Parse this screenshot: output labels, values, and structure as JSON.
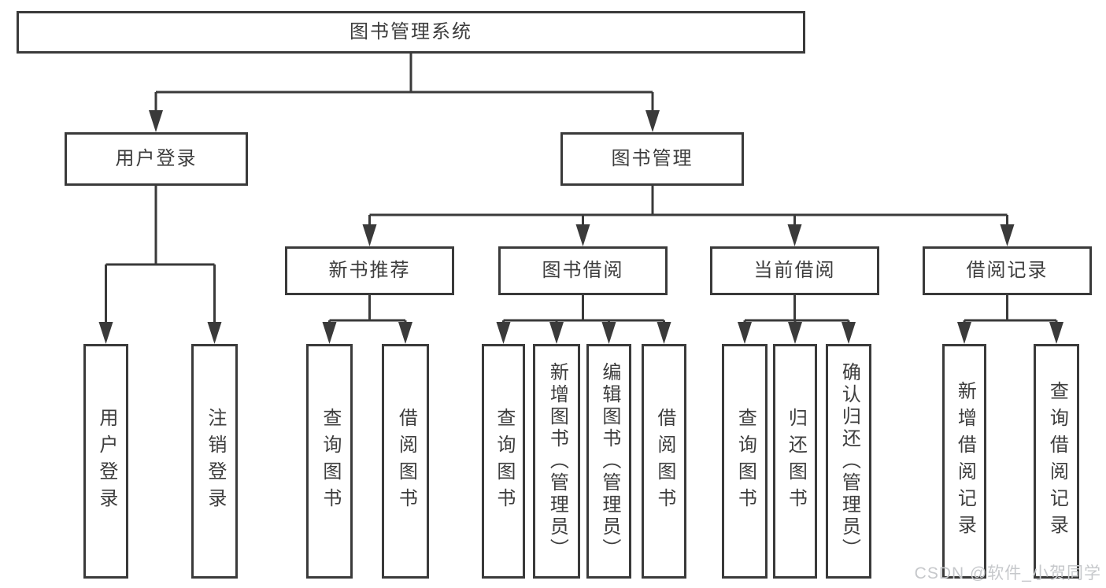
{
  "diagram_title": "图书管理系统",
  "nodes": {
    "root": {
      "label": "图书管理系统"
    },
    "user_login": {
      "label": "用户登录"
    },
    "book_mgmt": {
      "label": "图书管理"
    },
    "user_login_leaf": {
      "label": "用户登录"
    },
    "logout_leaf": {
      "label": "注销登录"
    },
    "new_book_rec": {
      "label": "新书推荐"
    },
    "book_borrow": {
      "label": "图书借阅"
    },
    "current_borrow": {
      "label": "当前借阅"
    },
    "borrow_records": {
      "label": "借阅记录"
    },
    "rec_query_books": {
      "label": "查询图书"
    },
    "rec_borrow_books": {
      "label": "借阅图书"
    },
    "bb_query_books": {
      "label": "查询图书"
    },
    "bb_add_books": {
      "label": "新增图书（管理员）"
    },
    "bb_edit_books": {
      "label": "编辑图书（管理员）"
    },
    "bb_borrow_books": {
      "label": "借阅图书"
    },
    "cb_query_books": {
      "label": "查询图书"
    },
    "cb_return_books": {
      "label": "归还图书"
    },
    "cb_confirm_return": {
      "label": "确认归还（管理员）"
    },
    "br_add_record": {
      "label": "新增借阅记录"
    },
    "br_query_record": {
      "label": "查询借阅记录"
    }
  },
  "edges": [
    [
      "root",
      "user_login"
    ],
    [
      "root",
      "book_mgmt"
    ],
    [
      "user_login",
      "user_login_leaf"
    ],
    [
      "user_login",
      "logout_leaf"
    ],
    [
      "book_mgmt",
      "new_book_rec"
    ],
    [
      "book_mgmt",
      "book_borrow"
    ],
    [
      "book_mgmt",
      "current_borrow"
    ],
    [
      "book_mgmt",
      "borrow_records"
    ],
    [
      "new_book_rec",
      "rec_query_books"
    ],
    [
      "new_book_rec",
      "rec_borrow_books"
    ],
    [
      "book_borrow",
      "bb_query_books"
    ],
    [
      "book_borrow",
      "bb_add_books"
    ],
    [
      "book_borrow",
      "bb_edit_books"
    ],
    [
      "book_borrow",
      "bb_borrow_books"
    ],
    [
      "current_borrow",
      "cb_query_books"
    ],
    [
      "current_borrow",
      "cb_return_books"
    ],
    [
      "current_borrow",
      "cb_confirm_return"
    ],
    [
      "borrow_records",
      "br_add_record"
    ],
    [
      "borrow_records",
      "br_query_record"
    ]
  ],
  "watermark": {
    "text": "CSDN @软件_小贺同学"
  },
  "colors": {
    "line": "#3a3a3a",
    "text": "#3d3d3d",
    "watermark": "#c6c8cb",
    "background": "#ffffff"
  }
}
